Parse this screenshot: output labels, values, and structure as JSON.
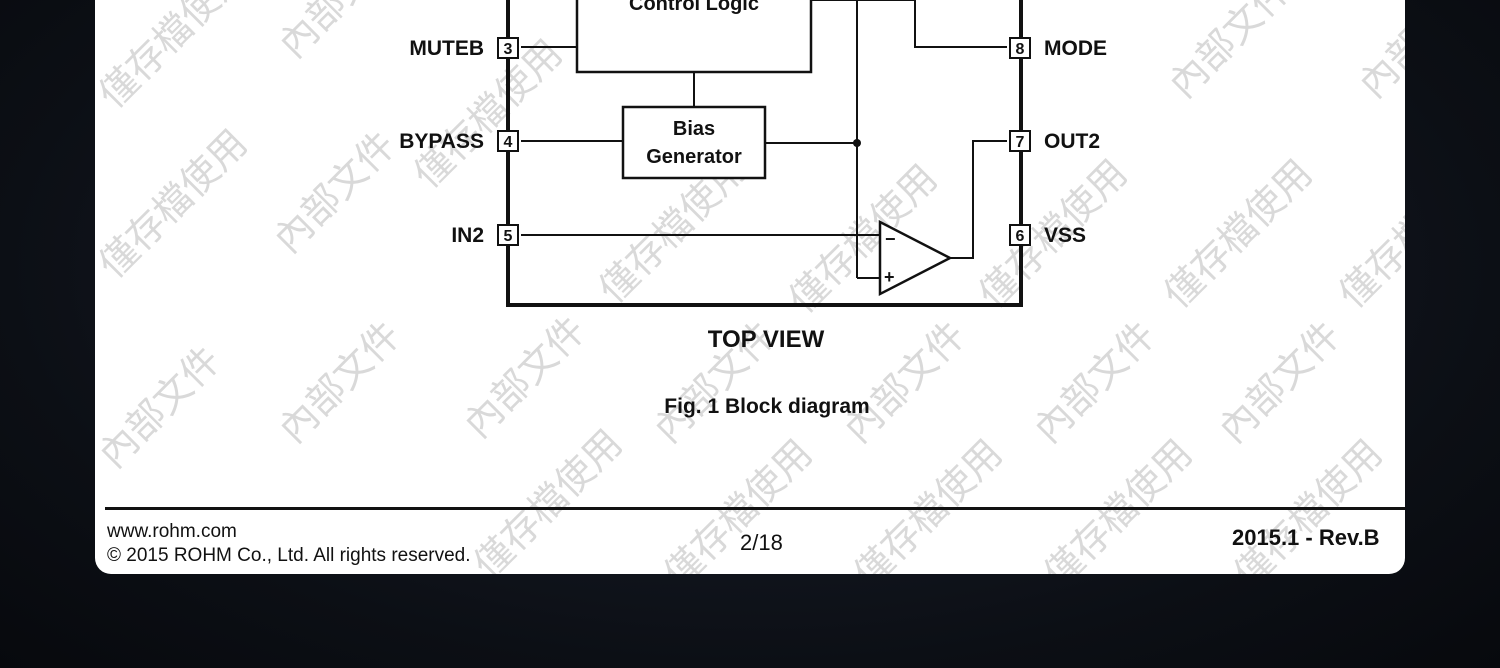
{
  "diagram": {
    "blocks": {
      "control_logic": "Control Logic",
      "bias_generator_line1": "Bias",
      "bias_generator_line2": "Generator"
    },
    "pins_left": [
      {
        "number": "3",
        "name": "MUTEB"
      },
      {
        "number": "4",
        "name": "BYPASS"
      },
      {
        "number": "5",
        "name": "IN2"
      }
    ],
    "pins_right": [
      {
        "number": "8",
        "name": "MODE"
      },
      {
        "number": "7",
        "name": "OUT2"
      },
      {
        "number": "6",
        "name": "VSS"
      }
    ],
    "amp_minus": "−",
    "amp_plus": "+",
    "view_label": "TOP VIEW",
    "caption": "Fig. 1 Block diagram"
  },
  "watermark": {
    "text_a": "內部文件",
    "text_b": "僅存檔使用"
  },
  "footer": {
    "website": "www.rohm.com",
    "copyright": "© 2015 ROHM Co., Ltd. All rights reserved.",
    "page": "2/18",
    "revision": "2015.1 - Rev.B"
  }
}
